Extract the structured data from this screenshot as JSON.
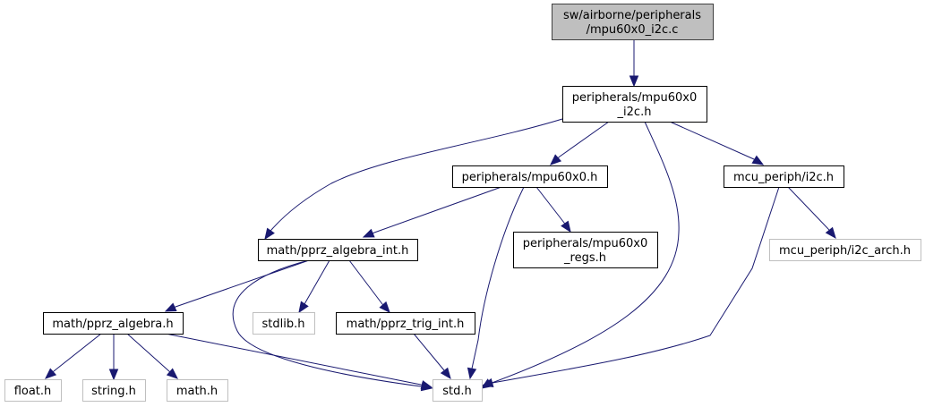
{
  "title": "Include dependency graph for mpu60x0_i2c.c",
  "colors": {
    "edge": "#191970",
    "root_fill": "#bfbfbf",
    "root_border": "#404040",
    "node_border": "#000000",
    "external_border": "#bfbfbf"
  },
  "nodes": [
    {
      "id": "root",
      "kind": "root",
      "lines": [
        "sw/airborne/peripherals",
        "/mpu60x0_i2c.c"
      ]
    },
    {
      "id": "mpu60x0_i2c_h",
      "kind": "normal",
      "lines": [
        "peripherals/mpu60x0",
        "_i2c.h"
      ]
    },
    {
      "id": "mpu60x0_h",
      "kind": "normal",
      "lines": [
        "peripherals/mpu60x0.h"
      ]
    },
    {
      "id": "i2c_h",
      "kind": "normal",
      "lines": [
        "mcu_periph/i2c.h"
      ]
    },
    {
      "id": "i2c_arch_h",
      "kind": "external",
      "lines": [
        "mcu_periph/i2c_arch.h"
      ]
    },
    {
      "id": "pprz_algebra_int_h",
      "kind": "normal",
      "lines": [
        "math/pprz_algebra_int.h"
      ]
    },
    {
      "id": "mpu60x0_regs_h",
      "kind": "normal",
      "lines": [
        "peripherals/mpu60x0",
        "_regs.h"
      ]
    },
    {
      "id": "pprz_algebra_h",
      "kind": "normal",
      "lines": [
        "math/pprz_algebra.h"
      ]
    },
    {
      "id": "stdlib_h",
      "kind": "external",
      "lines": [
        "stdlib.h"
      ]
    },
    {
      "id": "pprz_trig_int_h",
      "kind": "normal",
      "lines": [
        "math/pprz_trig_int.h"
      ]
    },
    {
      "id": "float_h",
      "kind": "external",
      "lines": [
        "float.h"
      ]
    },
    {
      "id": "string_h",
      "kind": "external",
      "lines": [
        "string.h"
      ]
    },
    {
      "id": "math_h",
      "kind": "external",
      "lines": [
        "math.h"
      ]
    },
    {
      "id": "std_h",
      "kind": "external",
      "lines": [
        "std.h"
      ]
    }
  ],
  "edges": [
    {
      "from": "root",
      "to": "mpu60x0_i2c_h"
    },
    {
      "from": "mpu60x0_i2c_h",
      "to": "pprz_algebra_int_h"
    },
    {
      "from": "mpu60x0_i2c_h",
      "to": "mpu60x0_h"
    },
    {
      "from": "mpu60x0_i2c_h",
      "to": "std_h"
    },
    {
      "from": "mpu60x0_i2c_h",
      "to": "i2c_h"
    },
    {
      "from": "mpu60x0_h",
      "to": "pprz_algebra_int_h"
    },
    {
      "from": "mpu60x0_h",
      "to": "std_h"
    },
    {
      "from": "mpu60x0_h",
      "to": "mpu60x0_regs_h"
    },
    {
      "from": "i2c_h",
      "to": "std_h"
    },
    {
      "from": "i2c_h",
      "to": "i2c_arch_h"
    },
    {
      "from": "pprz_algebra_int_h",
      "to": "pprz_algebra_h"
    },
    {
      "from": "pprz_algebra_int_h",
      "to": "std_h"
    },
    {
      "from": "pprz_algebra_int_h",
      "to": "stdlib_h"
    },
    {
      "from": "pprz_algebra_int_h",
      "to": "pprz_trig_int_h"
    },
    {
      "from": "pprz_algebra_h",
      "to": "float_h"
    },
    {
      "from": "pprz_algebra_h",
      "to": "string_h"
    },
    {
      "from": "pprz_algebra_h",
      "to": "math_h"
    },
    {
      "from": "pprz_algebra_h",
      "to": "std_h"
    },
    {
      "from": "pprz_trig_int_h",
      "to": "std_h"
    }
  ]
}
